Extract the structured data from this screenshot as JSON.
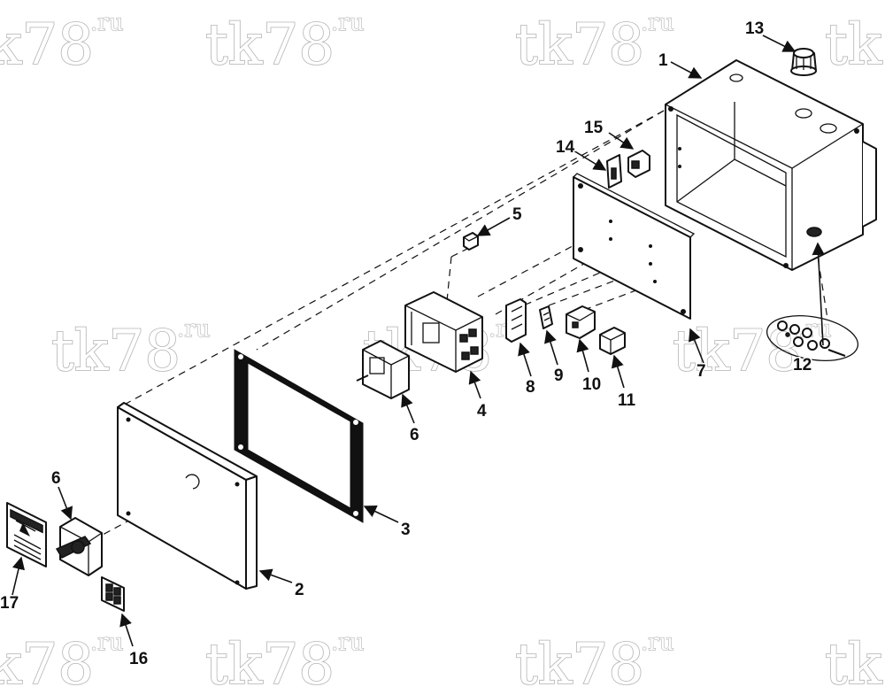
{
  "watermark": {
    "text": "tk78",
    "suffix": ".ru"
  },
  "callouts": [
    {
      "id": "1",
      "label": "1"
    },
    {
      "id": "2",
      "label": "2"
    },
    {
      "id": "3",
      "label": "3"
    },
    {
      "id": "4",
      "label": "4"
    },
    {
      "id": "5",
      "label": "5"
    },
    {
      "id": "6a",
      "label": "6"
    },
    {
      "id": "6b",
      "label": "6"
    },
    {
      "id": "7",
      "label": "7"
    },
    {
      "id": "8",
      "label": "8"
    },
    {
      "id": "9",
      "label": "9"
    },
    {
      "id": "10",
      "label": "10"
    },
    {
      "id": "11",
      "label": "11"
    },
    {
      "id": "12",
      "label": "12"
    },
    {
      "id": "13",
      "label": "13"
    },
    {
      "id": "14",
      "label": "14"
    },
    {
      "id": "15",
      "label": "15"
    },
    {
      "id": "16",
      "label": "16"
    },
    {
      "id": "17",
      "label": "17"
    }
  ],
  "icons": {
    "warning_label": "danger-decal-icon",
    "mark_label": "warning-decal-icon"
  }
}
